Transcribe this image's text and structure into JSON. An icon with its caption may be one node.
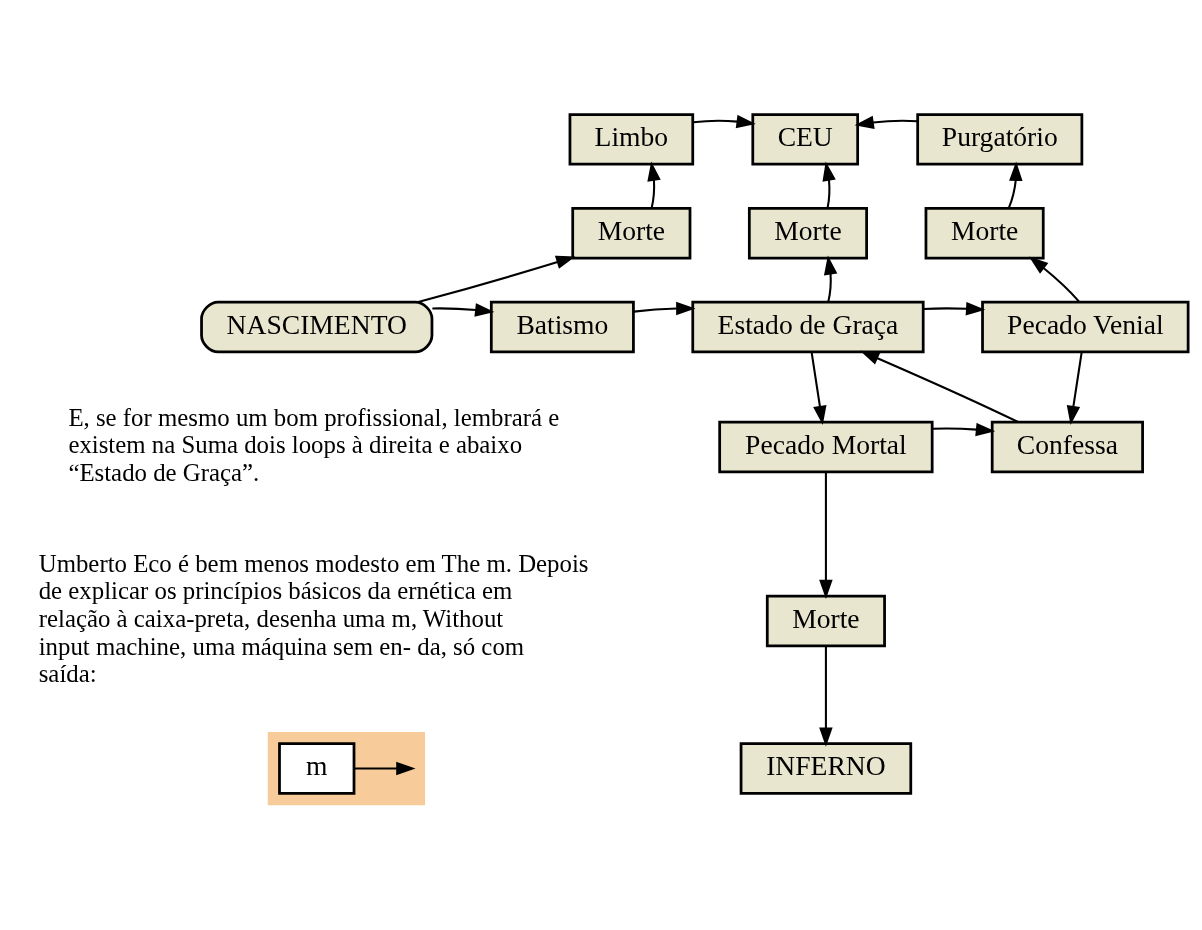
{
  "diagram": {
    "nodes": [
      {
        "text": [
          "Limbo"
        ]
      },
      {
        "text": [
          "CEU"
        ]
      },
      {
        "text": [
          "Purgatório"
        ]
      },
      {
        "text": [
          "Morte"
        ]
      },
      {
        "text": [
          "Morte"
        ]
      },
      {
        "text": [
          "Morte"
        ]
      },
      {
        "text": [
          "NASCIMENTO"
        ]
      },
      {
        "text": [
          "Batismo"
        ]
      },
      {
        "text": [
          "Estado de Graça"
        ]
      },
      {
        "text": [
          "Pecado Venial"
        ]
      },
      {
        "text": [
          "Pecado Mortal"
        ]
      },
      {
        "text": [
          "Confessa"
        ]
      },
      {
        "text": [
          "Morte"
        ]
      },
      {
        "text": [
          "INFERNO"
        ]
      },
      {
        "text": [],
        "shape": "box"
      },
      {
        "text": [
          "m"
        ],
        "in": 14
      }
    ],
    "edges": [
      {
        "from": 0,
        "to": 1,
        "arrow": "to"
      },
      {
        "from": 2,
        "to": 1,
        "arrow": "to"
      },
      {
        "from": 3,
        "to": 0,
        "arrow": "to"
      },
      {
        "from": 6,
        "to": 3,
        "arrow": "to"
      },
      {
        "from": 6,
        "to": 7,
        "arrow": "to"
      },
      {
        "from": 7,
        "to": 8,
        "arrow": "to"
      },
      {
        "from": 8,
        "to": 4,
        "arrow": "to"
      },
      {
        "from": 4,
        "to": 1,
        "arrow": "to"
      },
      {
        "from": 8,
        "to": 9,
        "arrow": "to"
      },
      {
        "from": 9,
        "to": 5,
        "arrow": "to"
      },
      {
        "from": 5,
        "to": 2,
        "arrow": "to"
      },
      {
        "from": 9,
        "to": 11,
        "arrow": "to"
      },
      {
        "from": 8,
        "to": 10,
        "arrow": "to"
      },
      {
        "from": 10,
        "to": 11,
        "arrow": "to"
      },
      {
        "from": 11,
        "to": 8,
        "arrow": "to"
      },
      {
        "from": 10,
        "to": 12,
        "arrow": "to"
      },
      {
        "from": 12,
        "to": 13,
        "arrow": "to"
      },
      {
        "from": 15,
        "to": null,
        "arrow": "to"
      }
    ],
    "labels": [
      "E, se for mesmo um bom profissional, lembrará e existem na Suma dois loops à direita e abaixo “Estado de Graça”.",
      "Umberto Eco é bem menos modesto em The m. Depois de explicar os princípios básicos da ernética em relação à caixa-preta, desenha uma m, Without input machine, uma máquina sem en- da, só com saída:"
    ]
  }
}
